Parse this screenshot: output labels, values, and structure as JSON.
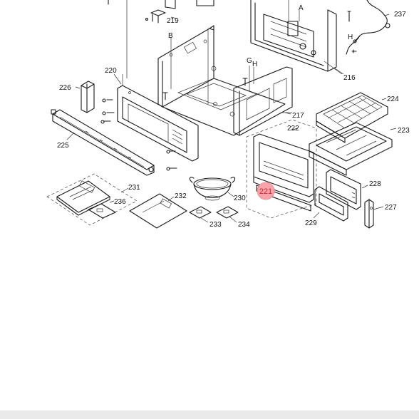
{
  "diagram": {
    "callouts": {
      "p219": "219",
      "p216": "216",
      "p217": "217",
      "p220": "220",
      "p221": "221",
      "p222": "222",
      "p223": "223",
      "p224": "224",
      "p225": "225",
      "p226": "226",
      "p227": "227",
      "p228": "228",
      "p229": "229",
      "p230": "230",
      "p231": "231",
      "p232": "232",
      "p233": "233",
      "p234": "234",
      "p236": "236",
      "p237": "237"
    },
    "letters": {
      "A": "A",
      "B": "B",
      "G": "G",
      "H1": "H",
      "H2": "H"
    },
    "highlight_color": "#f7a3a9"
  }
}
